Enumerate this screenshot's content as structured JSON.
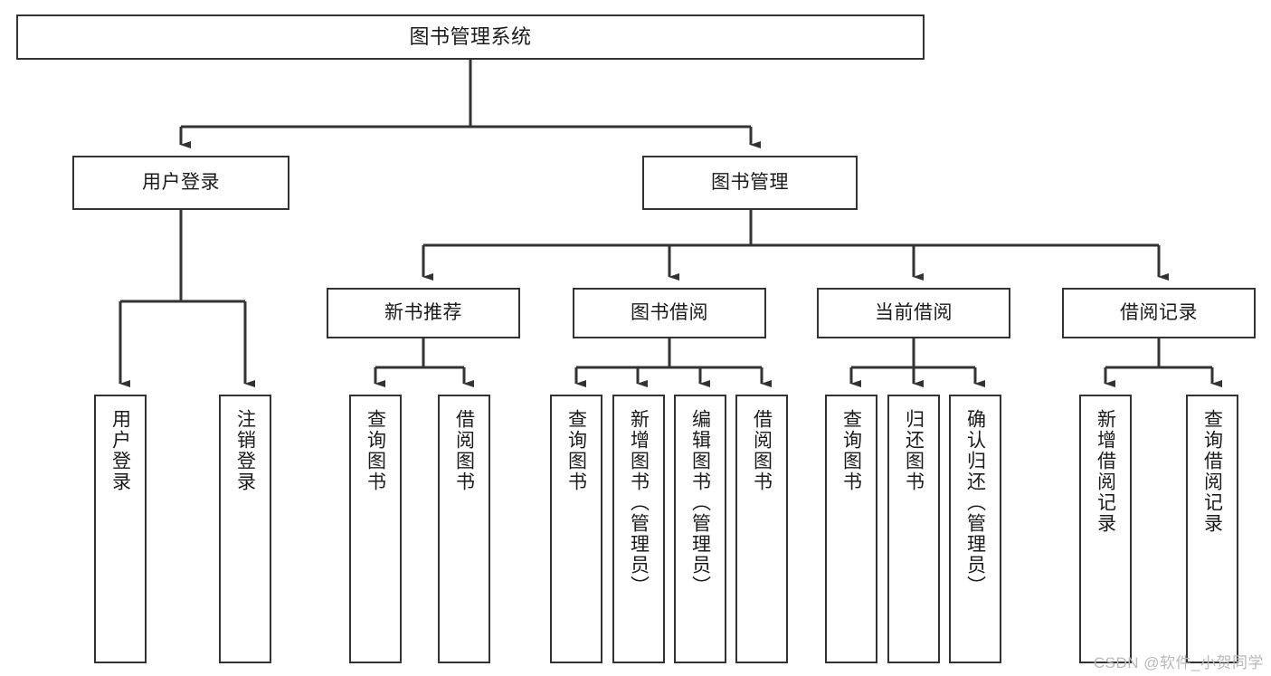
{
  "diagram": {
    "type": "tree-hierarchy",
    "title": "图书管理系统",
    "watermark": "CSDN @软件_小贺同学",
    "colors": {
      "box_border": "#333333",
      "box_fill": "#ffffff",
      "connector": "#333333",
      "text": "#1b1b1b",
      "watermark": "#b9b9b9",
      "background": "#ffffff"
    },
    "root": {
      "label": "图书管理系统"
    },
    "level2": [
      {
        "label": "用户登录"
      },
      {
        "label": "图书管理"
      }
    ],
    "level3": [
      {
        "label": "新书推荐"
      },
      {
        "label": "图书借阅"
      },
      {
        "label": "当前借阅"
      },
      {
        "label": "借阅记录"
      }
    ],
    "leaves": {
      "user_login": [
        {
          "label": "用户登录"
        },
        {
          "label": "注销登录"
        }
      ],
      "new_book_recommend": [
        {
          "label": "查询图书"
        },
        {
          "label": "借阅图书"
        }
      ],
      "book_borrow": [
        {
          "label": "查询图书"
        },
        {
          "label": "新增图书（管理员）"
        },
        {
          "label": "编辑图书（管理员）"
        },
        {
          "label": "借阅图书"
        }
      ],
      "current_borrow": [
        {
          "label": "查询图书"
        },
        {
          "label": "归还图书"
        },
        {
          "label": "确认归还（管理员）"
        }
      ],
      "borrow_record": [
        {
          "label": "新增借阅记录"
        },
        {
          "label": "查询借阅记录"
        }
      ]
    }
  }
}
